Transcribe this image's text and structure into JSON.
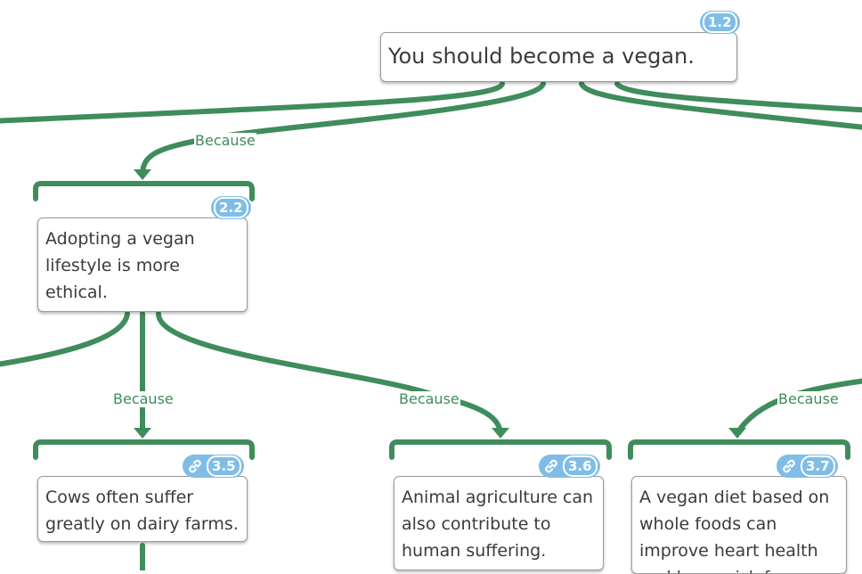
{
  "diagram": {
    "root": {
      "id": "1.2",
      "text": "You should become a vegan."
    },
    "claims": [
      {
        "id": "2.2",
        "text": "Adopting a vegan lifestyle is more ethical.",
        "relation": "Because",
        "linked": false
      },
      {
        "id": "3.5",
        "text": "Cows often suffer greatly on dairy farms.",
        "relation": "Because",
        "linked": true
      },
      {
        "id": "3.6",
        "text": "Animal agriculture can also contribute to human suffering.",
        "relation": "Because",
        "linked": true
      },
      {
        "id": "3.7",
        "text": "A vegan diet based on whole foods can improve heart health and lower risk f",
        "relation": "Because",
        "linked": true
      }
    ]
  },
  "colors": {
    "connector": "#3f8c5c",
    "badge": "#80bde6",
    "border": "#9a9a9a",
    "text": "#3b3b3b"
  }
}
